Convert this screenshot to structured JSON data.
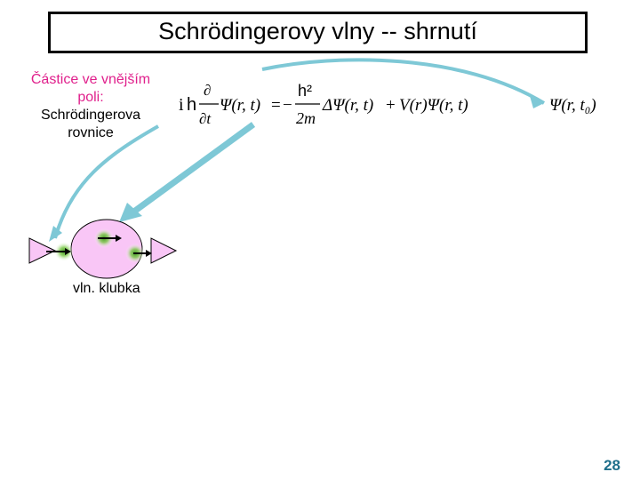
{
  "slide": {
    "title": "Schrödingerovy vlny -- shrnutí",
    "number": "28"
  },
  "caption": {
    "line1": "Částice ve vnějším",
    "line2": "poli:",
    "line3": "Schrödingerova",
    "line4": "rovnice"
  },
  "wave_packet_label": "vln. klubka",
  "equation": {
    "prefix_i": "i",
    "h": "h",
    "partial_num": "∂",
    "partial_den": "∂t",
    "psi_rt_1": "Ψ(r, t)",
    "equals": "=",
    "minus": "−",
    "h2": "h²",
    "two_m": "2m",
    "laplace_psi": "ΔΨ(r, t)",
    "plus": "+",
    "potential_psi": "V(r)Ψ(r, t)",
    "initial": "Ψ(r, t₀)"
  },
  "colors": {
    "arrow": "#7ec8d6",
    "ellipse_fill": "#f9c6f6",
    "triangle_fill": "#f9c6f6",
    "glow": "#5fb832",
    "caption_pink": "#e0208c",
    "page_number": "#1f6f8b"
  }
}
